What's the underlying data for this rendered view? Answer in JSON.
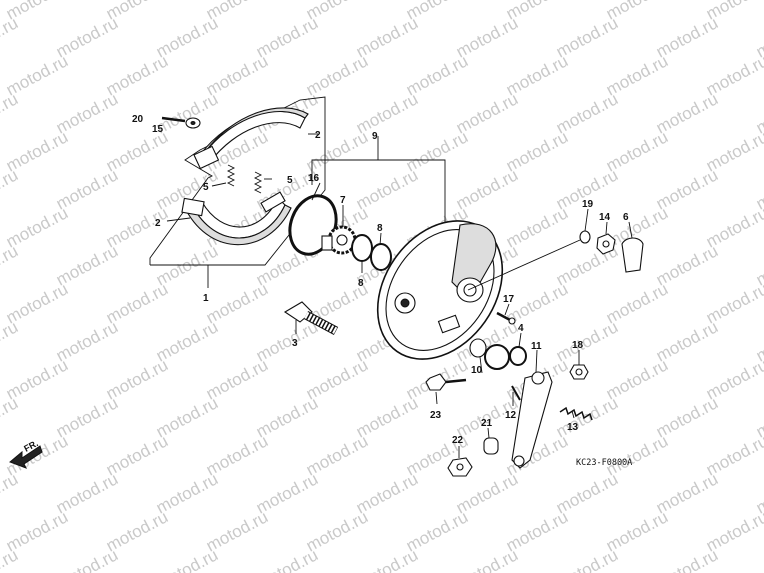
{
  "watermark": "motod.ru",
  "diagram_code": "KC23-F0800A",
  "direction_label": "FR.",
  "callouts": [
    "1",
    "2",
    "2",
    "3",
    "4",
    "5",
    "5",
    "6",
    "7",
    "8",
    "8",
    "9",
    "10",
    "11",
    "12",
    "13",
    "14",
    "15",
    "16",
    "17",
    "18",
    "19",
    "20",
    "21",
    "22",
    "23"
  ],
  "colors": {
    "line": "#111111",
    "watermark": "#c9c9c9",
    "background": "#ffffff"
  }
}
